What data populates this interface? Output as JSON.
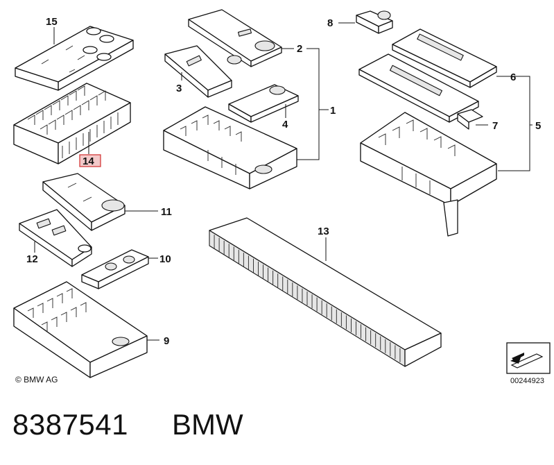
{
  "callouts": {
    "c1": "1",
    "c2": "2",
    "c3": "3",
    "c4": "4",
    "c5": "5",
    "c6": "6",
    "c7": "7",
    "c8": "8",
    "c9": "9",
    "c10": "10",
    "c11": "11",
    "c12": "12",
    "c13": "13",
    "c14": "14",
    "c15": "15"
  },
  "highlight_color": "#d43a3a",
  "highlight_fill": "#f3c9c9",
  "copyright": "© BMW AG",
  "reference_code": "00244923",
  "part_number": "8387541",
  "brand": "BMW"
}
